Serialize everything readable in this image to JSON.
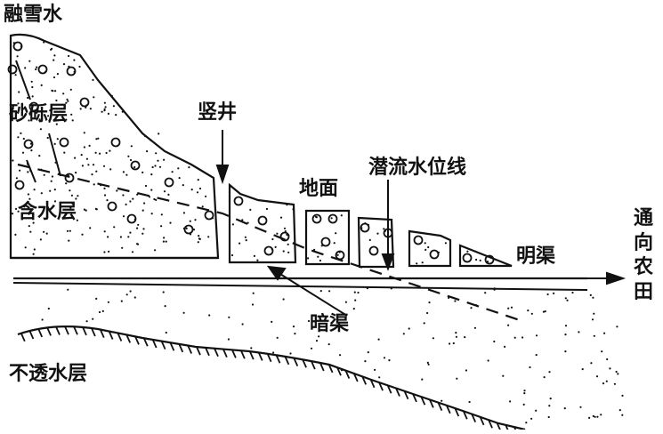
{
  "labels": {
    "snowmelt": "融雪水",
    "gravel_layer": "砂砾层",
    "shaft": "竖井",
    "ground": "地面",
    "water_table": "潜流水位线",
    "aquifer": "含水层",
    "open_canal": "明渠",
    "to_farmland": "通向农田",
    "underground_canal": "暗渠",
    "impermeable_layer": "不透水层"
  },
  "colors": {
    "ink": "#111111",
    "background": "#ffffff"
  }
}
